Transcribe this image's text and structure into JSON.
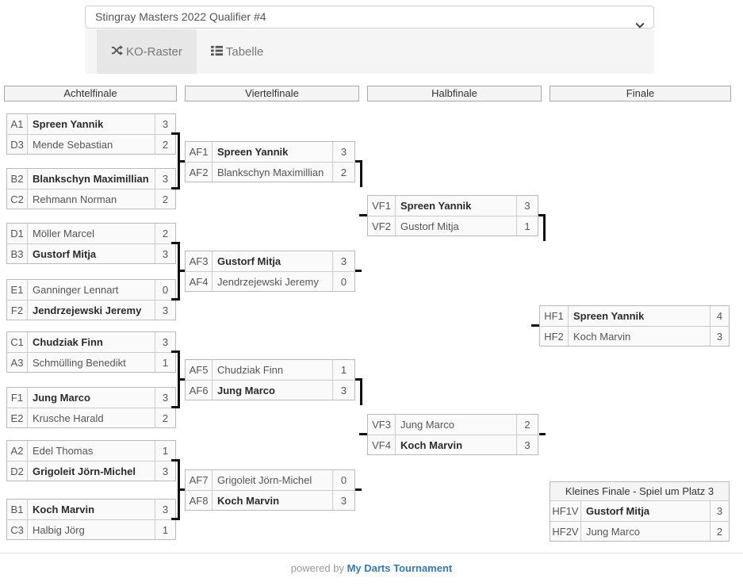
{
  "header": {
    "tournament_select": {
      "value": "Stingray Masters 2022 Qualifier #4"
    },
    "tabs": [
      {
        "label": "KO-Raster",
        "icon": "shuffle-icon",
        "active": true
      },
      {
        "label": "Tabelle",
        "icon": "list-icon",
        "active": false
      }
    ]
  },
  "bracket": {
    "rounds": [
      {
        "title": "Achtelfinale",
        "matches": [
          {
            "players": [
              {
                "seed": "A1",
                "name": "Spreen Yannik",
                "score": "3",
                "winner": true
              },
              {
                "seed": "D3",
                "name": "Mende Sebastian",
                "score": "2",
                "winner": false
              }
            ]
          },
          {
            "players": [
              {
                "seed": "B2",
                "name": "Blankschyn Maximillian",
                "score": "3",
                "winner": true
              },
              {
                "seed": "C2",
                "name": "Rehmann Norman",
                "score": "2",
                "winner": false
              }
            ]
          },
          {
            "players": [
              {
                "seed": "D1",
                "name": "Möller Marcel",
                "score": "2",
                "winner": false
              },
              {
                "seed": "B3",
                "name": "Gustorf Mitja",
                "score": "3",
                "winner": true
              }
            ]
          },
          {
            "players": [
              {
                "seed": "E1",
                "name": "Ganninger Lennart",
                "score": "0",
                "winner": false
              },
              {
                "seed": "F2",
                "name": "Jendrzejewski Jeremy",
                "score": "3",
                "winner": true
              }
            ]
          },
          {
            "players": [
              {
                "seed": "C1",
                "name": "Chudziak Finn",
                "score": "3",
                "winner": true
              },
              {
                "seed": "A3",
                "name": "Schmülling Benedikt",
                "score": "1",
                "winner": false
              }
            ]
          },
          {
            "players": [
              {
                "seed": "F1",
                "name": "Jung Marco",
                "score": "3",
                "winner": true
              },
              {
                "seed": "E2",
                "name": "Krusche Harald",
                "score": "2",
                "winner": false
              }
            ]
          },
          {
            "players": [
              {
                "seed": "A2",
                "name": "Edel Thomas",
                "score": "1",
                "winner": false
              },
              {
                "seed": "D2",
                "name": "Grigoleit Jörn-Michel",
                "score": "3",
                "winner": true
              }
            ]
          },
          {
            "players": [
              {
                "seed": "B1",
                "name": "Koch Marvin",
                "score": "3",
                "winner": true
              },
              {
                "seed": "C3",
                "name": "Halbig Jörg",
                "score": "1",
                "winner": false
              }
            ]
          }
        ]
      },
      {
        "title": "Viertelfinale",
        "matches": [
          {
            "players": [
              {
                "seed": "AF1",
                "name": "Spreen Yannik",
                "score": "3",
                "winner": true
              },
              {
                "seed": "AF2",
                "name": "Blankschyn Maximillian",
                "score": "2",
                "winner": false
              }
            ]
          },
          {
            "players": [
              {
                "seed": "AF3",
                "name": "Gustorf Mitja",
                "score": "3",
                "winner": true
              },
              {
                "seed": "AF4",
                "name": "Jendrzejewski Jeremy",
                "score": "0",
                "winner": false
              }
            ]
          },
          {
            "players": [
              {
                "seed": "AF5",
                "name": "Chudziak Finn",
                "score": "1",
                "winner": false
              },
              {
                "seed": "AF6",
                "name": "Jung Marco",
                "score": "3",
                "winner": true
              }
            ]
          },
          {
            "players": [
              {
                "seed": "AF7",
                "name": "Grigoleit Jörn-Michel",
                "score": "0",
                "winner": false
              },
              {
                "seed": "AF8",
                "name": "Koch Marvin",
                "score": "3",
                "winner": true
              }
            ]
          }
        ]
      },
      {
        "title": "Halbfinale",
        "matches": [
          {
            "players": [
              {
                "seed": "VF1",
                "name": "Spreen Yannik",
                "score": "3",
                "winner": true
              },
              {
                "seed": "VF2",
                "name": "Gustorf Mitja",
                "score": "1",
                "winner": false
              }
            ]
          },
          {
            "players": [
              {
                "seed": "VF3",
                "name": "Jung Marco",
                "score": "2",
                "winner": false
              },
              {
                "seed": "VF4",
                "name": "Koch Marvin",
                "score": "3",
                "winner": true
              }
            ]
          }
        ]
      },
      {
        "title": "Finale",
        "matches": [
          {
            "players": [
              {
                "seed": "HF1",
                "name": "Spreen Yannik",
                "score": "4",
                "winner": true
              },
              {
                "seed": "HF2",
                "name": "Koch Marvin",
                "score": "3",
                "winner": false
              }
            ]
          }
        ]
      }
    ],
    "third_place_match": {
      "title": "Kleines Finale - Spiel um Platz 3",
      "players": [
        {
          "seed": "HF1V",
          "name": "Gustorf Mitja",
          "score": "3",
          "winner": true
        },
        {
          "seed": "HF2V",
          "name": "Jung Marco",
          "score": "2",
          "winner": false
        }
      ]
    }
  },
  "footer": {
    "powered_by": "powered by",
    "link_label": "My Darts Tournament"
  },
  "colors": {
    "accent_link": "#337ab7",
    "connector": "#111111",
    "active_tab_bg": "#e7e7e7"
  }
}
